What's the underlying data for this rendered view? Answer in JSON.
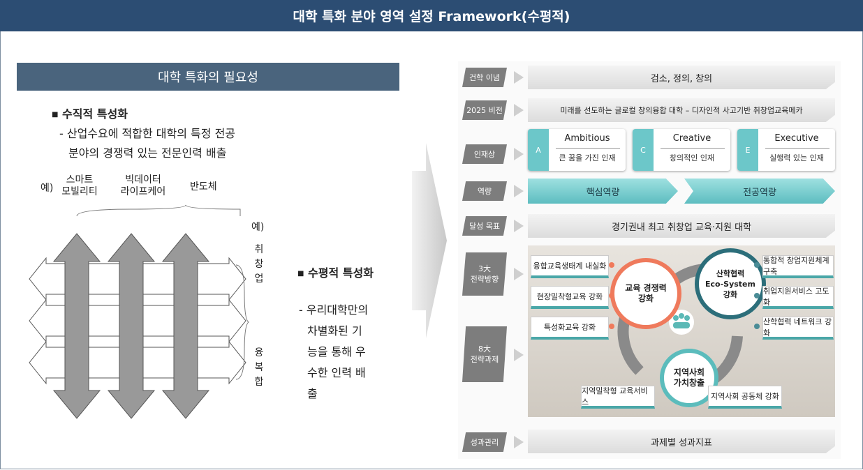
{
  "title": "대학 특화 분야 영역 설정 Framework(수평적)",
  "left": {
    "header": "대학 특화의 필요성",
    "vertical_title": "수직적 특성화",
    "vertical_desc1": "- 산업수요에 적합한 대학의 특정 전공",
    "vertical_desc2": "분야의 경쟁력 있는 전문인력 배출",
    "example_prefix": "예)",
    "field1_line1": "스마트",
    "field1_line2": "모빌리티",
    "field2_line1": "빅데이터",
    "field2_line2": "라이프케어",
    "field3": "반도체",
    "right_example": "예)",
    "vlabel1": [
      "취",
      "창",
      "업"
    ],
    "vlabel2": [
      "융",
      "복",
      "합"
    ],
    "horizontal_title": "수평적 특성화",
    "horizontal_desc": [
      "- 우리대학만의",
      "차별화된 기",
      "능을 통해 우",
      "수한 인력 배",
      "출"
    ]
  },
  "framework": {
    "rows": [
      {
        "tag": "건학 이념",
        "text": "검소, 정의, 창의"
      },
      {
        "tag": "2025 비전",
        "text": "미래를 선도하는 글로컬 창의융합 대학 – 디자인적 사고기반 취창업교육메카"
      },
      {
        "tag": "인재상",
        "text": ""
      },
      {
        "tag": "역량",
        "text": ""
      },
      {
        "tag": "달성 목표",
        "text": "경기권내 최고 취창업 교육·지원 대학"
      }
    ],
    "cards": [
      {
        "letter": "A",
        "title": "Ambitious",
        "sub": "큰 꿈을 가진 인재"
      },
      {
        "letter": "C",
        "title": "Creative",
        "sub": "창의적인 인재"
      },
      {
        "letter": "E",
        "title": "Executive",
        "sub": "실행력 있는 인재"
      }
    ],
    "competencies": [
      "핵심역량",
      "전공역량"
    ],
    "strategy_tag": "3大\n전략방향",
    "task_tag": "8大\n전략과제",
    "left_tasks": [
      "융합교육생태계 내실화",
      "현장밀착형교육 강화",
      "특성화교육 강화"
    ],
    "right_tasks": [
      "통합적 창업지원체계 구축",
      "취업지원서비스 고도화",
      "산학협력 네트워크 강화"
    ],
    "bottom_tasks": [
      "지역밀착형 교육서비스",
      "지역사회 공동체 강화"
    ],
    "circle_edu": "교육 경쟁력\n강화",
    "circle_ind": "산학협력\nEco-System\n강화",
    "circle_reg": "지역사회\n가치창출",
    "perf_tag": "성과관리",
    "perf_text": "과제별 성과지표"
  }
}
